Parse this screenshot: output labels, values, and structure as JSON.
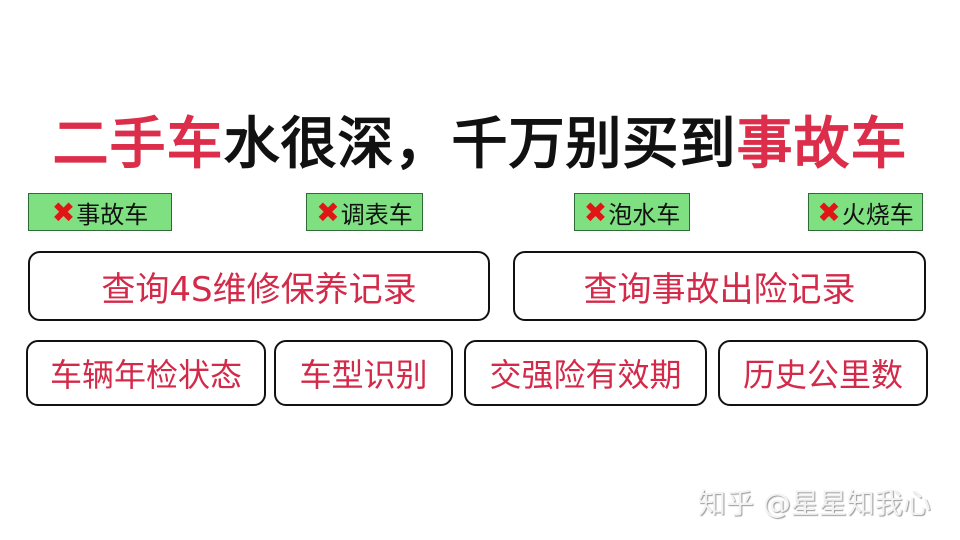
{
  "headline": {
    "part1": "二手车",
    "part2": "水很深，千万别买到",
    "part3": "事故车",
    "accent_color": "#dc2d4b"
  },
  "warning_tags": [
    {
      "icon": "cross-icon",
      "mark": "✖",
      "label": "事故车"
    },
    {
      "icon": "cross-icon",
      "mark": "✖",
      "label": "调表车"
    },
    {
      "icon": "cross-icon",
      "mark": "✖",
      "label": "泡水车"
    },
    {
      "icon": "cross-icon",
      "mark": "✖",
      "label": "火烧车"
    }
  ],
  "query_boxes": [
    {
      "label": "查询4S维修保养记录"
    },
    {
      "label": "查询事故出险记录"
    }
  ],
  "feature_boxes": [
    {
      "label": "车辆年检状态"
    },
    {
      "label": "车型识别"
    },
    {
      "label": "交强险有效期"
    },
    {
      "label": "历史公里数"
    }
  ],
  "watermark": "知乎 @星星知我心",
  "colors": {
    "tag_bg": "#7ee081",
    "box_text": "#d42a4a",
    "cross": "#e01616"
  }
}
